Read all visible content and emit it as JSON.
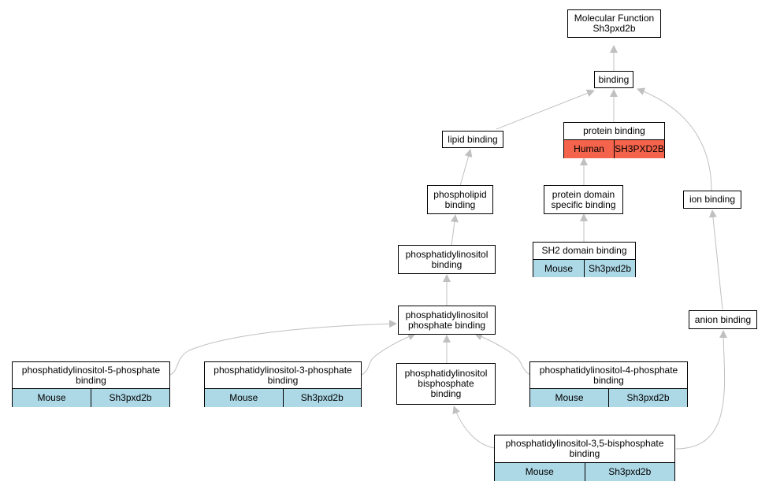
{
  "nodes": {
    "mf": {
      "lines": [
        "Molecular Function",
        "Sh3pxd2b"
      ]
    },
    "binding": {
      "lines": [
        "binding"
      ]
    },
    "lipid_binding": {
      "lines": [
        "lipid binding"
      ]
    },
    "protein_binding": {
      "lines": [
        "protein binding"
      ],
      "annotation": {
        "species": "Human",
        "gene": "SH3PXD2B"
      }
    },
    "phospholipid_binding": {
      "lines": [
        "phospholipid",
        "binding"
      ]
    },
    "protein_domain_binding": {
      "lines": [
        "protein domain",
        "specific binding"
      ]
    },
    "ion_binding": {
      "lines": [
        "ion binding"
      ]
    },
    "ptdins_binding": {
      "lines": [
        "phosphatidylinositol",
        "binding"
      ]
    },
    "sh2_binding": {
      "lines": [
        "SH2 domain binding"
      ],
      "annotation": {
        "species": "Mouse",
        "gene": "Sh3pxd2b"
      }
    },
    "ptdins_phosphate_binding": {
      "lines": [
        "phosphatidylinositol",
        "phosphate binding"
      ]
    },
    "anion_binding": {
      "lines": [
        "anion binding"
      ]
    },
    "pi5p_binding": {
      "lines": [
        "phosphatidylinositol-5-phosphate",
        "binding"
      ],
      "annotation": {
        "species": "Mouse",
        "gene": "Sh3pxd2b"
      }
    },
    "pi3p_binding": {
      "lines": [
        "phosphatidylinositol-3-phosphate",
        "binding"
      ],
      "annotation": {
        "species": "Mouse",
        "gene": "Sh3pxd2b"
      }
    },
    "ptdins_bisphosphate_binding": {
      "lines": [
        "phosphatidylinositol",
        "bisphosphate",
        "binding"
      ]
    },
    "pi4p_binding": {
      "lines": [
        "phosphatidylinositol-4-phosphate",
        "binding"
      ],
      "annotation": {
        "species": "Mouse",
        "gene": "Sh3pxd2b"
      }
    },
    "pi35p2_binding": {
      "lines": [
        "phosphatidylinositol-3,5-bisphosphate",
        "binding"
      ],
      "annotation": {
        "species": "Mouse",
        "gene": "Sh3pxd2b"
      }
    }
  },
  "edges": [
    [
      "binding",
      "mf"
    ],
    [
      "lipid_binding",
      "binding"
    ],
    [
      "protein_binding",
      "binding"
    ],
    [
      "ion_binding",
      "binding"
    ],
    [
      "phospholipid_binding",
      "lipid_binding"
    ],
    [
      "protein_domain_binding",
      "protein_binding"
    ],
    [
      "sh2_binding",
      "protein_domain_binding"
    ],
    [
      "ptdins_binding",
      "phospholipid_binding"
    ],
    [
      "ptdins_phosphate_binding",
      "ptdins_binding"
    ],
    [
      "anion_binding",
      "ion_binding"
    ],
    [
      "pi5p_binding",
      "ptdins_phosphate_binding"
    ],
    [
      "pi3p_binding",
      "ptdins_phosphate_binding"
    ],
    [
      "ptdins_bisphosphate_binding",
      "ptdins_phosphate_binding"
    ],
    [
      "pi4p_binding",
      "ptdins_phosphate_binding"
    ],
    [
      "pi35p2_binding",
      "ptdins_bisphosphate_binding"
    ],
    [
      "pi35p2_binding",
      "anion_binding"
    ]
  ],
  "colors": {
    "mouse": "#add8e6",
    "human": "#f4634b",
    "edge": "#c0c0c0"
  }
}
